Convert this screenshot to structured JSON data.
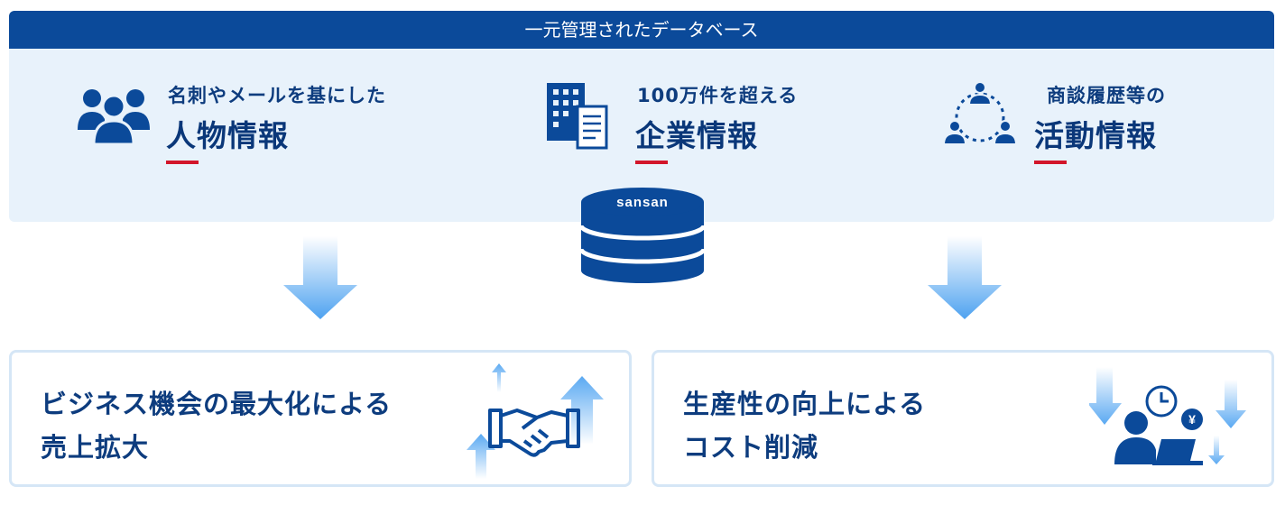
{
  "header": {
    "title": "一元管理されたデータベース"
  },
  "categories": [
    {
      "subtitle": "名刺やメールを基にした",
      "title": "人物情報",
      "icon": "people-icon"
    },
    {
      "subtitle": "100万件を超える",
      "title": "企業情報",
      "icon": "building-document-icon"
    },
    {
      "subtitle": "商談履歴等の",
      "title": "活動情報",
      "icon": "network-people-icon"
    }
  ],
  "database": {
    "logo_text": "sansan",
    "icon": "database-cylinder-icon"
  },
  "outcomes": [
    {
      "line1": "ビジネス機会の最大化による",
      "line2": "売上拡大",
      "icon": "handshake-growth-icon"
    },
    {
      "line1": "生産性の向上による",
      "line2": "コスト削減",
      "icon": "worker-cost-reduction-icon"
    }
  ],
  "colors": {
    "primary": "#0b4a9a",
    "dark_blue": "#0a3779",
    "panel_bg": "#e8f2fb",
    "accent_red": "#d2162a",
    "arrow_light": "#5aa9f2",
    "card_border": "#d5e6f6"
  }
}
